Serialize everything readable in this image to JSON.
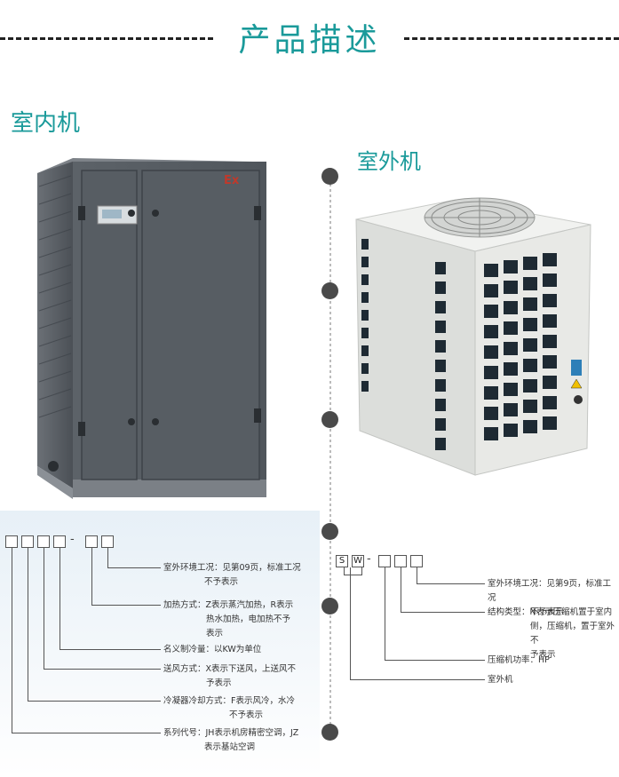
{
  "header": {
    "title": "产品描述"
  },
  "indoor": {
    "label": "室内机",
    "badge": "Ex"
  },
  "outdoor": {
    "label": "室外机"
  },
  "indoor_spec": {
    "boxes": [
      "",
      "",
      "",
      "",
      "",
      ""
    ],
    "separator": "-",
    "items": [
      {
        "line1": "室外环境工况：见第09页，标准工况",
        "line2": "不予表示"
      },
      {
        "line1": "加热方式：Z表示蒸汽加热，R表示",
        "line2": "热水加热，电加热不予",
        "line3": "表示"
      },
      {
        "line1": "名义制冷量：以KW为单位"
      },
      {
        "line1": "送风方式：X表示下送风，上送风不",
        "line2": "予表示"
      },
      {
        "line1": "冷凝器冷却方式：F表示风冷，水冷",
        "line2": "不予表示"
      },
      {
        "line1": "系列代号：JH表示机房精密空调，JZ",
        "line2": "表示基站空调"
      }
    ]
  },
  "outdoor_spec": {
    "boxes": [
      "S",
      "W",
      "",
      "",
      ""
    ],
    "separator": "-",
    "items": [
      {
        "line1": "室外环境工况：见第9页，标准工况",
        "line2": "不予表示"
      },
      {
        "line1": "结构类型：N表示压缩机置于室内",
        "line2": "侧，压缩机，置于室外不",
        "line3": "予表示"
      },
      {
        "line1": "压缩机功率：HP"
      },
      {
        "line1": "室外机"
      }
    ]
  },
  "colors": {
    "accent": "#1a9a9a",
    "cabinet": "#5a6066",
    "outdoor_unit": "#e4e6e4",
    "grille": "#1e2a33"
  }
}
